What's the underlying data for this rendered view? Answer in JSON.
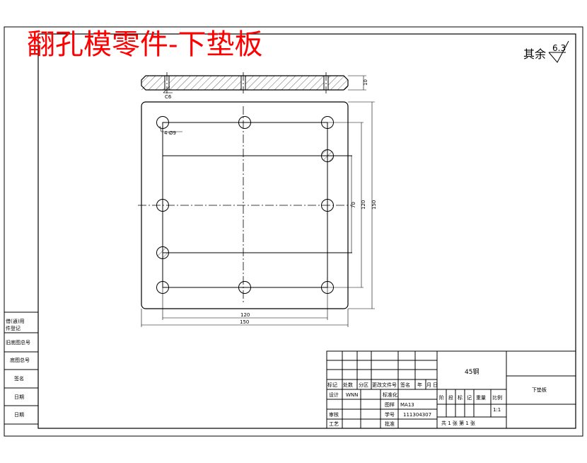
{
  "title": "翻孔模零件-下垫板",
  "roughness": {
    "prefix": "其余",
    "value": "6.3"
  },
  "dimensions": {
    "thickness": "10",
    "chamfer": "C6",
    "hole": "4-Ø9",
    "v_inner": "70",
    "v_mid": "120",
    "v_outer": "150",
    "h_inner": "120",
    "h_outer": "150"
  },
  "left_strip": [
    "借(通)用",
    "件登记",
    "旧底图总号",
    "底图总号",
    "签名",
    "日期",
    "日期"
  ],
  "title_block": {
    "material": "45钢",
    "part_name": "下垫板",
    "header": [
      "标记",
      "处数",
      "分区",
      "更改文件号",
      "签名",
      "年",
      "月",
      "日"
    ],
    "design_label": "设计",
    "design_name": "WNN",
    "standard_label": "标准化",
    "drawing_label": "图样",
    "drawing_value": "MA13",
    "review_label": "审核",
    "number_label": "学号",
    "number_value": "111304307",
    "process_label": "工艺",
    "approve_label": "批准",
    "stage_labels": [
      "阶",
      "段",
      "标",
      "记",
      "重量",
      "比例"
    ],
    "scale": "1:1",
    "sheets": "共 1 张   第 1 张"
  }
}
